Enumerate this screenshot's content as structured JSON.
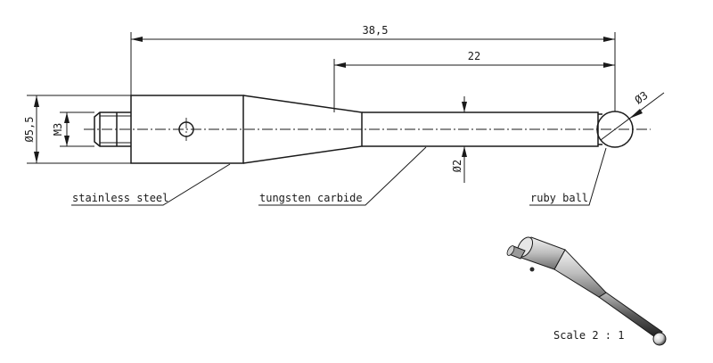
{
  "dimensions": {
    "overall_length": "38,5",
    "tip_length": "22",
    "body_diameter": "Ø5,5",
    "thread": "M3",
    "stem_diameter": "Ø2",
    "ball_diameter": "Ø3"
  },
  "labels": {
    "body_material": "stainless steel",
    "stem_material": "tungsten carbide",
    "ball_material": "ruby ball"
  },
  "scale_note": "Scale 2 : 1",
  "colors": {
    "line": "#1a1a1a",
    "background": "#ffffff"
  }
}
